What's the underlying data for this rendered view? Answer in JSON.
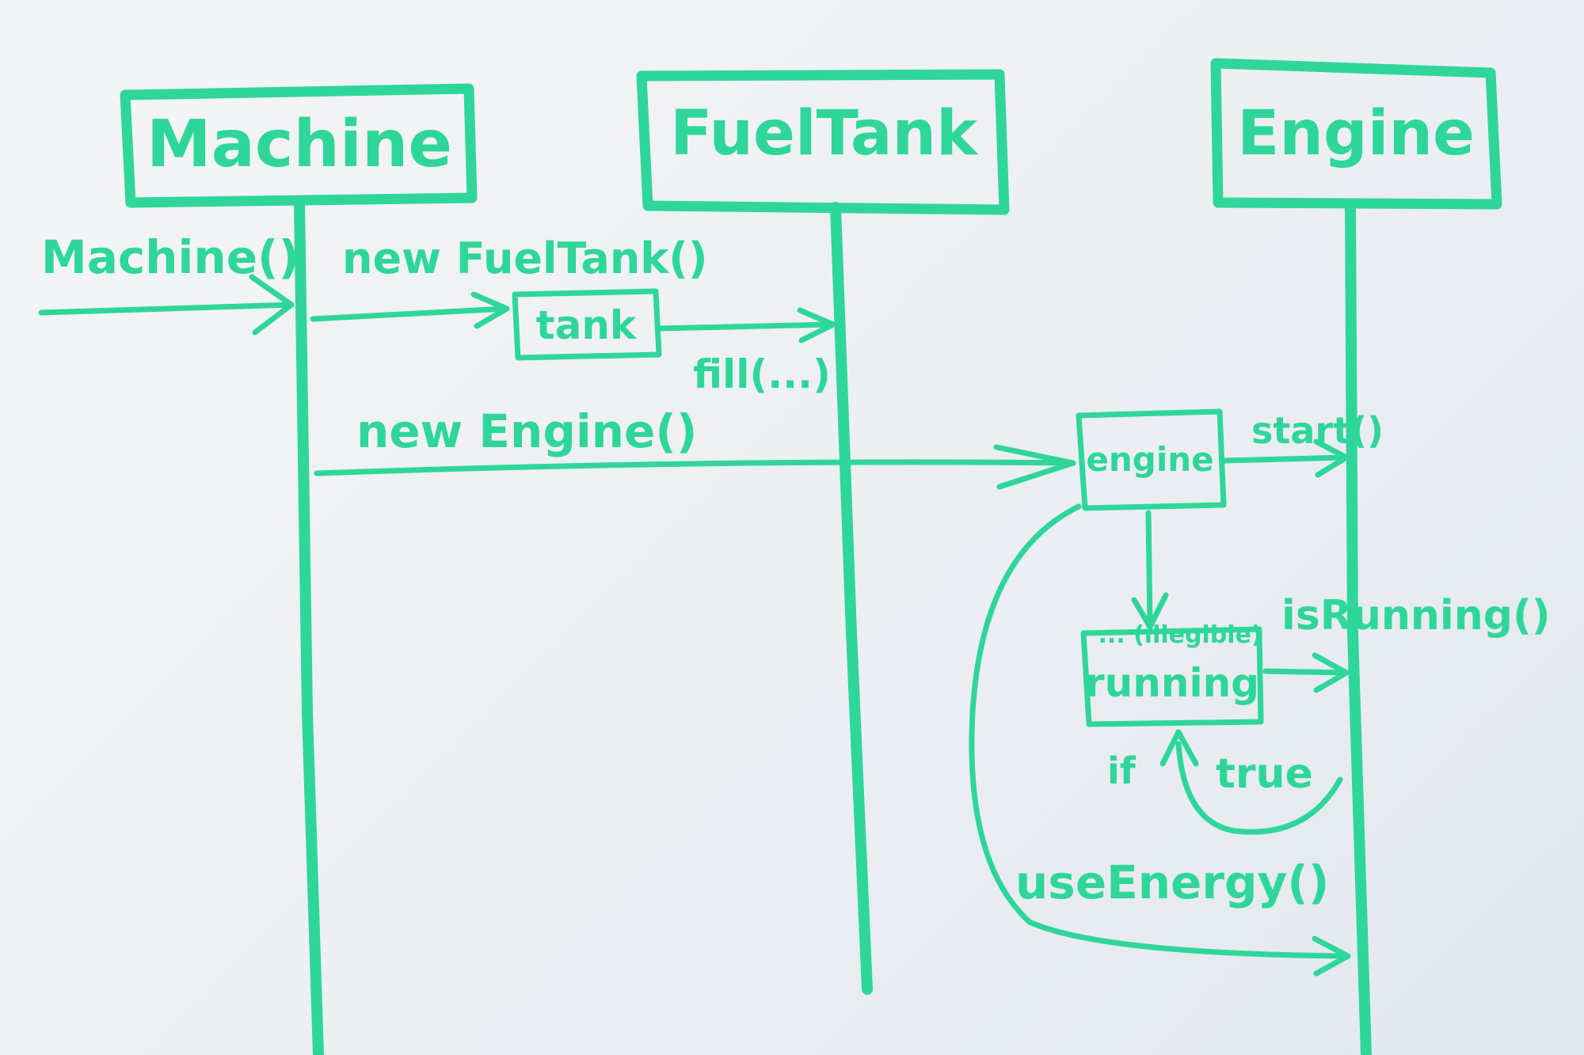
{
  "participants": [
    {
      "id": "machine",
      "label": "Machine"
    },
    {
      "id": "fueltank",
      "label": "FuelTank"
    },
    {
      "id": "engine",
      "label": "Engine"
    }
  ],
  "messages": {
    "constructor_call": "Machine()",
    "new_fueltank": "new FuelTank()",
    "tank_object": "tank",
    "fill_call": "fill(...)",
    "new_engine": "new Engine()",
    "engine_object": "engine",
    "start_call": "start()",
    "running_object": "running",
    "running_note": "... (illegible)",
    "isrunning_call": "isRunning()",
    "if_label": "if",
    "true_label": "true",
    "use_energy_call": "useEnergy()"
  },
  "colors": {
    "ink": "#2fd69a",
    "board": "#eceff2"
  }
}
